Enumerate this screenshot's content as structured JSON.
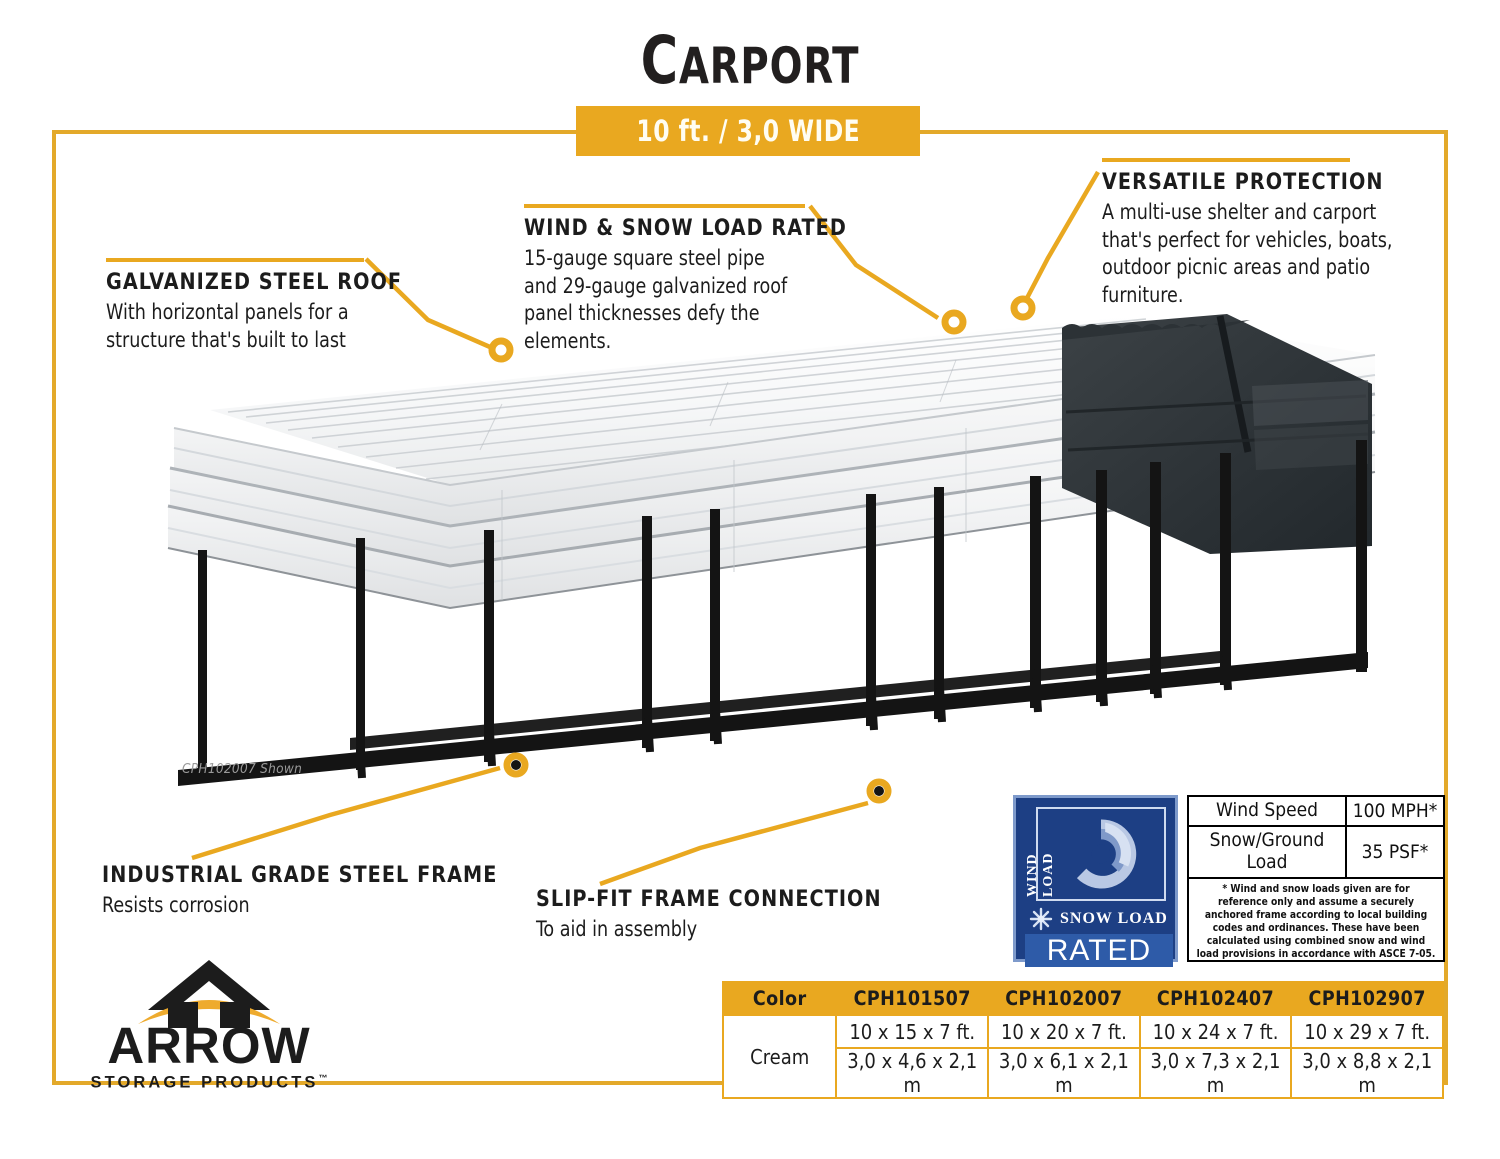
{
  "header": {
    "title": "CARPORT",
    "title_first": "C",
    "title_rest": "ARPORT",
    "banner": "10 ft. / 3,0 WIDE"
  },
  "colors": {
    "gold": "#e9a820",
    "gold_border": "#e3a92a",
    "dark": "#1c1c1c",
    "badge_blue": "#1d3f84",
    "badge_bar": "#2e5ba8"
  },
  "callouts": [
    {
      "id": "galvanized-steel-roof",
      "title": "GALVANIZED STEEL ROOF",
      "body": "With horizontal panels for a structure that's built to last"
    },
    {
      "id": "wind-snow-load-rated",
      "title": "WIND & SNOW LOAD RATED",
      "body": "15-gauge square steel pipe and 29-gauge galvanized roof panel thicknesses defy the elements."
    },
    {
      "id": "versatile-protection",
      "title": "VERSATILE PROTECTION",
      "body": "A multi-use shelter and carport that's perfect for vehicles, boats, outdoor picnic areas and patio furniture."
    },
    {
      "id": "industrial-grade-steel-frame",
      "title": "INDUSTRIAL GRADE STEEL FRAME",
      "body": "Resists corrosion"
    },
    {
      "id": "slip-fit-frame-connection",
      "title": "SLIP-FIT FRAME CONNECTION",
      "body": "To aid in assembly"
    }
  ],
  "photo": {
    "caption": "CPH102007 Shown"
  },
  "badge": {
    "wind_load": "WIND LOAD",
    "snow_load": "SNOW LOAD",
    "rated": "RATED",
    "swirl_icon": "wind-swirl-icon",
    "snowflake_icon": "snowflake-icon"
  },
  "spec_table": {
    "rows": [
      {
        "label": "Wind Speed",
        "value": "100 MPH*"
      },
      {
        "label": "Snow/Ground Load",
        "value": "35 PSF*"
      }
    ],
    "note": "* Wind and snow loads given are for reference only and assume a securely anchored frame according to local building codes and ordinances. These have been calculated using combined snow and wind load provisions in accordance with ASCE 7-05."
  },
  "product_table": {
    "headers": [
      "Color",
      "CPH101507",
      "CPH102007",
      "CPH102407",
      "CPH102907"
    ],
    "color": "Cream",
    "rows": [
      [
        "10 x 15 x 7 ft.",
        "10 x 20 x 7 ft.",
        "10 x 24 x 7 ft.",
        "10 x 29 x 7 ft."
      ],
      [
        "3,0 x 4,6 x 2,1 m",
        "3,0 x 6,1 x 2,1 m",
        "3,0 x 7,3 x 2,1 m",
        "3,0 x 8,8 x 2,1 m"
      ]
    ]
  },
  "logo": {
    "wordmark": "ARROW",
    "subtitle": "STORAGE PRODUCTS",
    "trademark": "™",
    "icon": "house-roof-icon"
  }
}
